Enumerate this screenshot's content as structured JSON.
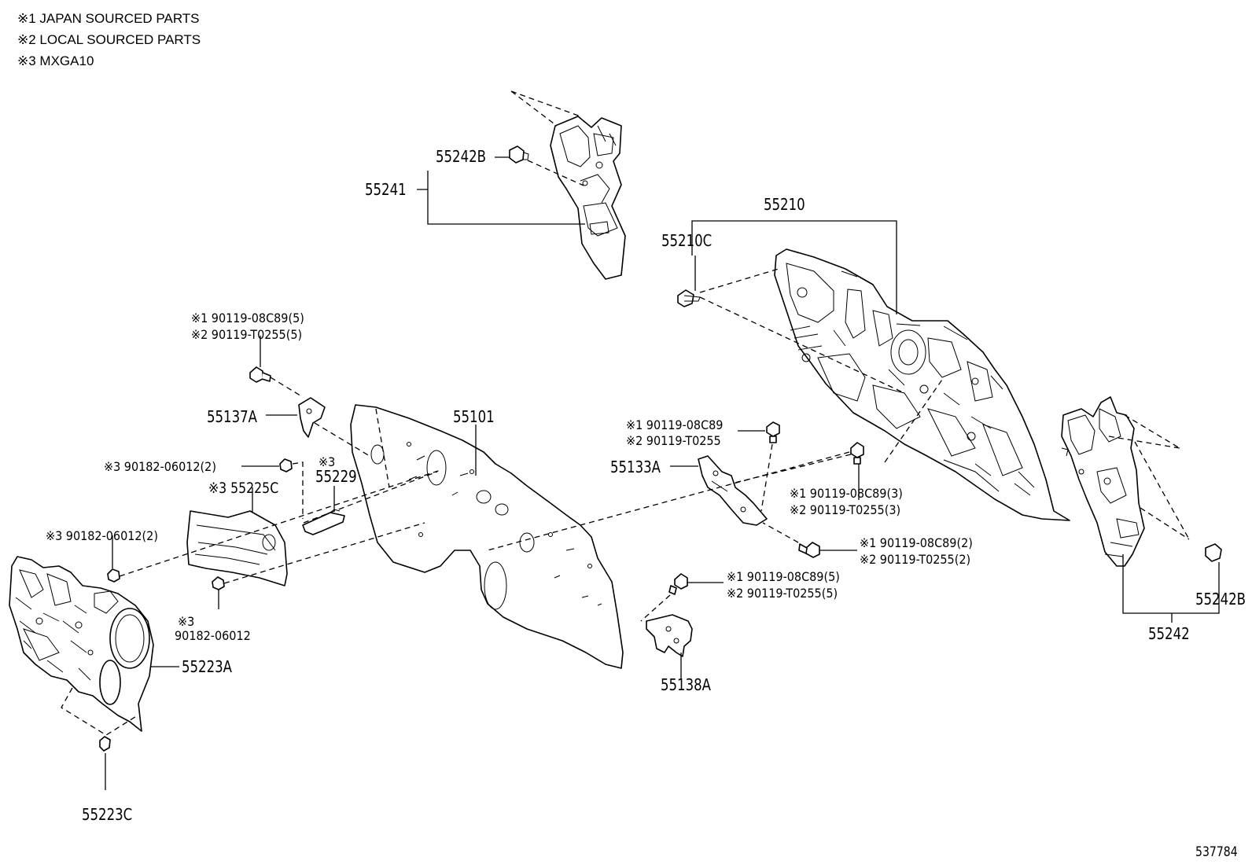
{
  "notes": [
    "※1 JAPAN SOURCED PARTS",
    "※2 LOCAL SOURCED PARTS",
    "※3 MXGA10"
  ],
  "labels": {
    "p55242B_top": "55242B",
    "p55241": "55241",
    "p55210": "55210",
    "p55210C": "55210C",
    "bolt_a1": "※1 90119-08C89(5)",
    "bolt_a2": "※2 90119-T0255(5)",
    "p55137A": "55137A",
    "p55101": "55101",
    "bolt_b1": "※1 90119-08C89",
    "bolt_b2": "※2 90119-T0255",
    "nut_c": "※3 90182-06012(2)",
    "p55229_mark": "※3",
    "p55229": "55229",
    "p55225C": "※3 55225C",
    "p55133A": "55133A",
    "bolt_d1": "※1 90119-08C89(3)",
    "bolt_d2": "※2 90119-T0255(3)",
    "nut_e": "※3 90182-06012(2)",
    "bolt_f1": "※1 90119-08C89(2)",
    "bolt_f2": "※2 90119-T0255(2)",
    "bolt_g1": "※1 90119-08C89(5)",
    "bolt_g2": "※2 90119-T0255(5)",
    "nut_h_mark": "※3",
    "nut_h": "90182-06012",
    "p55223A": "55223A",
    "p55138A": "55138A",
    "p55242B_right": "55242B",
    "p55242": "55242",
    "p55223C": "55223C",
    "ref_number": "537784"
  }
}
